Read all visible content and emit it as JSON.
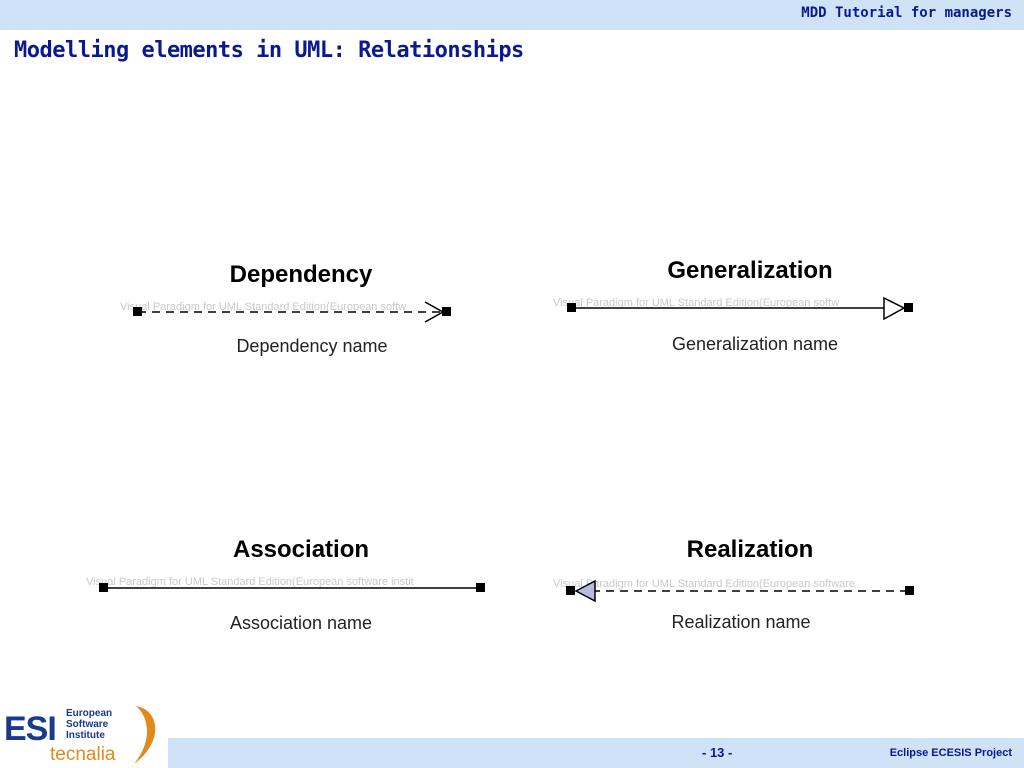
{
  "header": {
    "tutorial_label": "MDD Tutorial for managers",
    "slide_title": "Modelling elements in UML: Relationships"
  },
  "relationships": [
    {
      "title": "Dependency",
      "watermark": "Visual Paradigm for UML Standard Edition(European softw",
      "name": "Dependency name",
      "line_style": "dashed",
      "end_marker": "open-arrow"
    },
    {
      "title": "Generalization",
      "watermark": "Visual Paradigm for UML Standard Edition(European softw",
      "name": "Generalization name",
      "line_style": "solid",
      "end_marker": "hollow-triangle"
    },
    {
      "title": "Association",
      "watermark": "Visual Paradigm for UML Standard Edition(European software instit",
      "name": "Association name",
      "line_style": "solid",
      "end_marker": "none"
    },
    {
      "title": "Realization",
      "watermark": "Visual Paradigm for UML Standard Edition(European software",
      "name": "Realization name",
      "line_style": "dashed",
      "end_marker": "filled-triangle-start"
    }
  ],
  "logo": {
    "mark": "ESI",
    "lines": [
      "European",
      "Software",
      "Institute"
    ],
    "subbrand": "tecnalia"
  },
  "footer": {
    "page_number": "- 13 -",
    "project": "Eclipse ECESIS Project"
  },
  "colors": {
    "accent_blue": "#0a1a8c",
    "bar_background": "#cfe3f7",
    "realization_arrow_fill": "#b9b9e6",
    "logo_orange": "#e08a1e"
  }
}
